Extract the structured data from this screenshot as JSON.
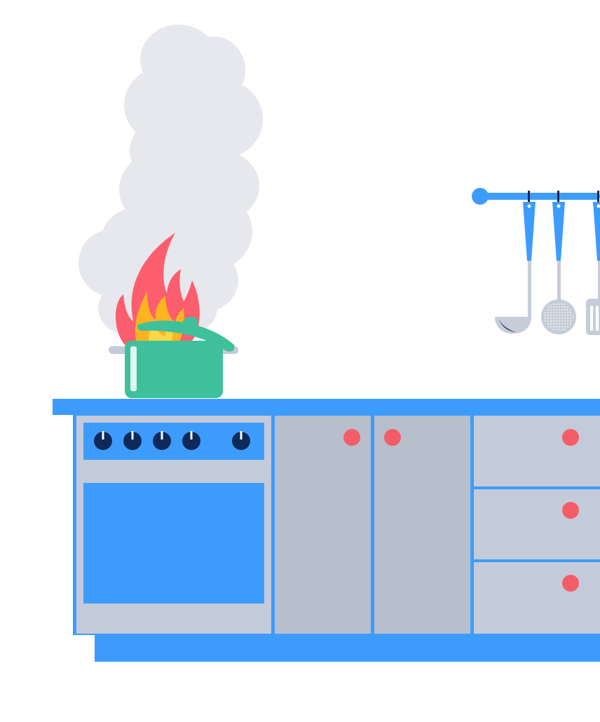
{
  "colors": {
    "background": "#ffffff",
    "smoke": "#e6e8ed",
    "counter_blue": "#3d9cfb",
    "cabinet_grey": "#c3cad9",
    "door_grey": "#b8bfcc",
    "knob_navy": "#0e2a5b",
    "handle_red": "#f45d68",
    "pot_green": "#3ec19b",
    "pot_handle_grey": "#c3cad9",
    "flame_red": "#fd5e6e",
    "flame_orange": "#ffb320",
    "flame_yellow": "#ffd84a",
    "rail_blue": "#3d9cfb",
    "utensil_metal": "#c6ccd8",
    "utensil_dark": "#15274d"
  },
  "scene": {
    "objects": [
      "smoke-cloud",
      "fire-flames",
      "cooking-pot",
      "kitchen-counter",
      "stove-oven",
      "cabinet-doors",
      "drawers",
      "utensil-rail",
      "ladle",
      "skimmer",
      "spatula"
    ],
    "stove_knob_count": 5,
    "drawer_count": 3,
    "cabinet_door_count": 2,
    "hanging_utensil_count": 3
  }
}
